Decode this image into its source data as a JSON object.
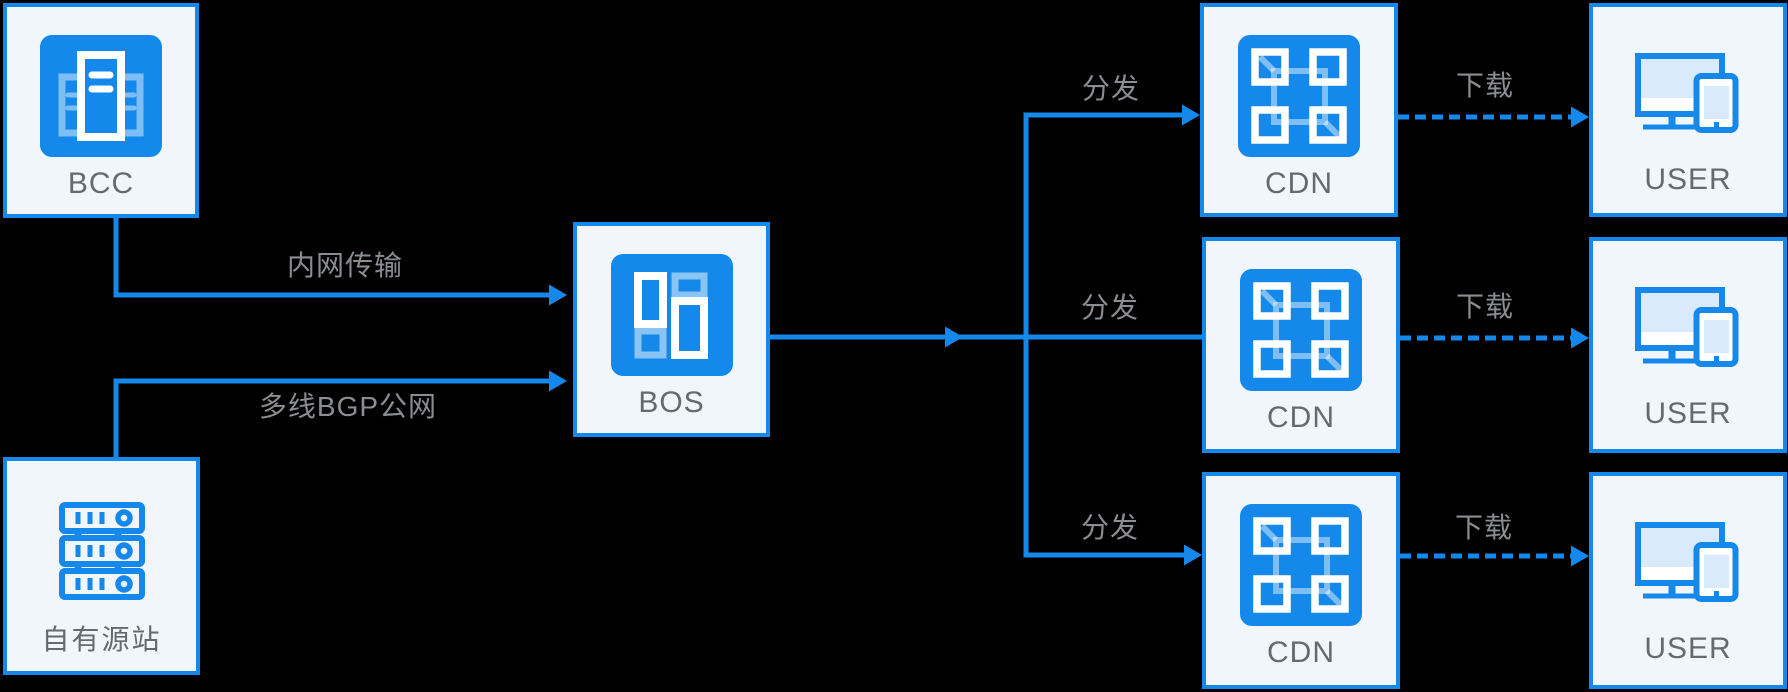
{
  "diagram": {
    "colors": {
      "background": "#000000",
      "accent": "#1489EB",
      "box_fill": "#F0F6FC",
      "box_border": "#1489EB",
      "node_label_color": "#66696D",
      "edge_label_color": "#8A8D92",
      "icon_screen_fill": "#D9EAFC"
    },
    "nodes": {
      "bcc": {
        "label": "BCC",
        "icon": "compute-server-icon"
      },
      "origin_site": {
        "label": "自有源站",
        "icon": "server-rack-icon"
      },
      "bos": {
        "label": "BOS",
        "icon": "storage-blocks-icon"
      },
      "cdn_top": {
        "label": "CDN",
        "icon": "cdn-network-cube-icon"
      },
      "cdn_middle": {
        "label": "CDN",
        "icon": "cdn-network-cube-icon"
      },
      "cdn_bottom": {
        "label": "CDN",
        "icon": "cdn-network-cube-icon"
      },
      "user_top": {
        "label": "USER",
        "icon": "user-devices-icon"
      },
      "user_middle": {
        "label": "USER",
        "icon": "user-devices-icon"
      },
      "user_bottom": {
        "label": "USER",
        "icon": "user-devices-icon"
      }
    },
    "edges": {
      "bcc_to_bos": {
        "label": "内网传输",
        "style": "solid-arrow"
      },
      "origin_to_bos": {
        "label": "多线BGP公网",
        "style": "solid-arrow"
      },
      "distribution_top": {
        "label": "分发",
        "style": "solid-arrow"
      },
      "distribution_middle": {
        "label": "分发",
        "style": "solid"
      },
      "distribution_bottom": {
        "label": "分发",
        "style": "solid-arrow"
      },
      "download_top": {
        "label": "下载",
        "style": "dashed-arrow"
      },
      "download_middle": {
        "label": "下载",
        "style": "dashed-arrow"
      },
      "download_bottom": {
        "label": "下载",
        "style": "dashed-arrow"
      }
    }
  }
}
